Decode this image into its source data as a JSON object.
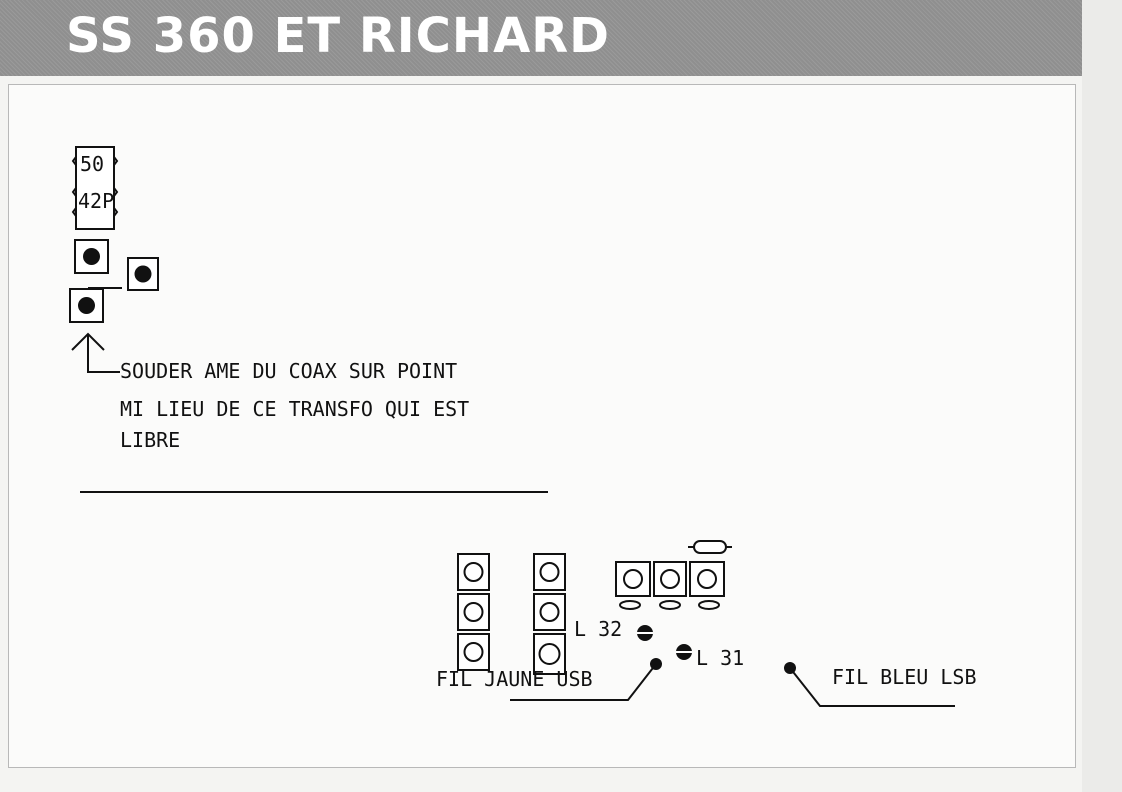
{
  "header": {
    "title": "SS 360 ET RICHARD"
  },
  "chip": {
    "line1": "50",
    "line2": "42P"
  },
  "note": {
    "line1": "SOUDER AME DU COAX SUR POINT",
    "line2": "MI LIEU DE CE TRANSFO QUI EST",
    "line3": "LIBRE"
  },
  "labels": {
    "l32": "L 32",
    "l31": "L 31",
    "fil_jaune": "FIL JAUNE  USB",
    "fil_bleu": "FIL BLEU  LSB"
  }
}
